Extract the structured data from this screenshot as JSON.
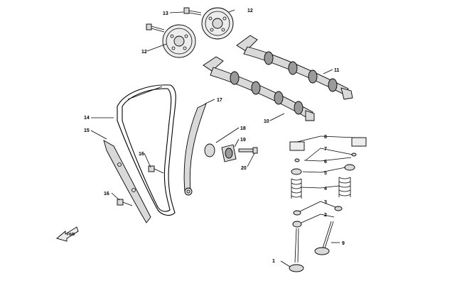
{
  "callouts": [
    {
      "id": "c1",
      "label": "1"
    },
    {
      "id": "c2",
      "label": "2"
    },
    {
      "id": "c3",
      "label": "3"
    },
    {
      "id": "c4",
      "label": "4"
    },
    {
      "id": "c5",
      "label": "5"
    },
    {
      "id": "c6",
      "label": "6"
    },
    {
      "id": "c7",
      "label": "7"
    },
    {
      "id": "c8",
      "label": "8"
    },
    {
      "id": "c9",
      "label": "9"
    },
    {
      "id": "c10",
      "label": "10"
    },
    {
      "id": "c11",
      "label": "11"
    },
    {
      "id": "c12a",
      "label": "12"
    },
    {
      "id": "c12b",
      "label": "12"
    },
    {
      "id": "c13",
      "label": "13"
    },
    {
      "id": "c14",
      "label": "14"
    },
    {
      "id": "c15",
      "label": "15"
    },
    {
      "id": "c16a",
      "label": "16"
    },
    {
      "id": "c16b",
      "label": "16"
    },
    {
      "id": "c17",
      "label": "17"
    },
    {
      "id": "c18",
      "label": "18"
    },
    {
      "id": "c19",
      "label": "19"
    },
    {
      "id": "c20",
      "label": "20"
    }
  ],
  "direction_arrow": {
    "label": "FWD"
  }
}
